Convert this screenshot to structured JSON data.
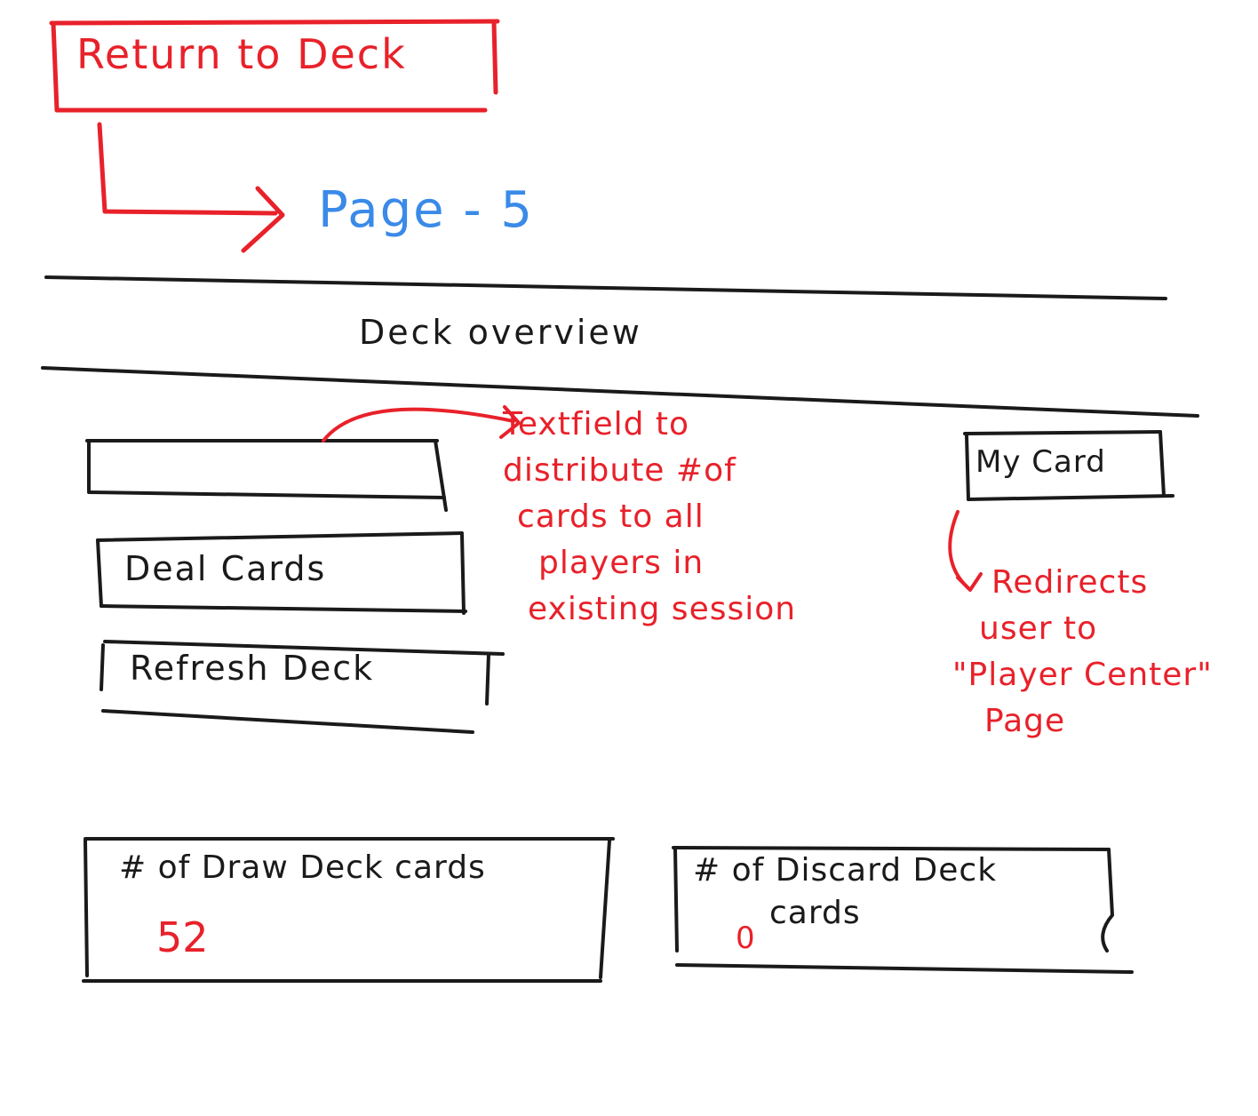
{
  "header": {
    "return_button_label": "Return to Deck",
    "page_reference": "Page - 5"
  },
  "main": {
    "title": "Deck overview",
    "textfield_value": "",
    "deal_button_label": "Deal Cards",
    "refresh_button_label": "Refresh Deck",
    "my_card_button_label": "My Card"
  },
  "notes": {
    "textfield_note": [
      "Textfield to",
      "distribute #of",
      "cards to all",
      "players in",
      "existing session"
    ],
    "my_card_note": [
      "Redirects",
      "user to",
      "\"Player Center\"",
      "Page"
    ]
  },
  "stats": {
    "draw_label": "# of Draw Deck cards",
    "draw_count": "52",
    "discard_label_line1": "# of Discard Deck",
    "discard_label_line2": "cards",
    "discard_count": "0"
  },
  "colors": {
    "ink": "#1a1a1a",
    "annotation_red": "#e8212a",
    "page_link_blue": "#3a8ae8",
    "background": "#ffffff"
  }
}
